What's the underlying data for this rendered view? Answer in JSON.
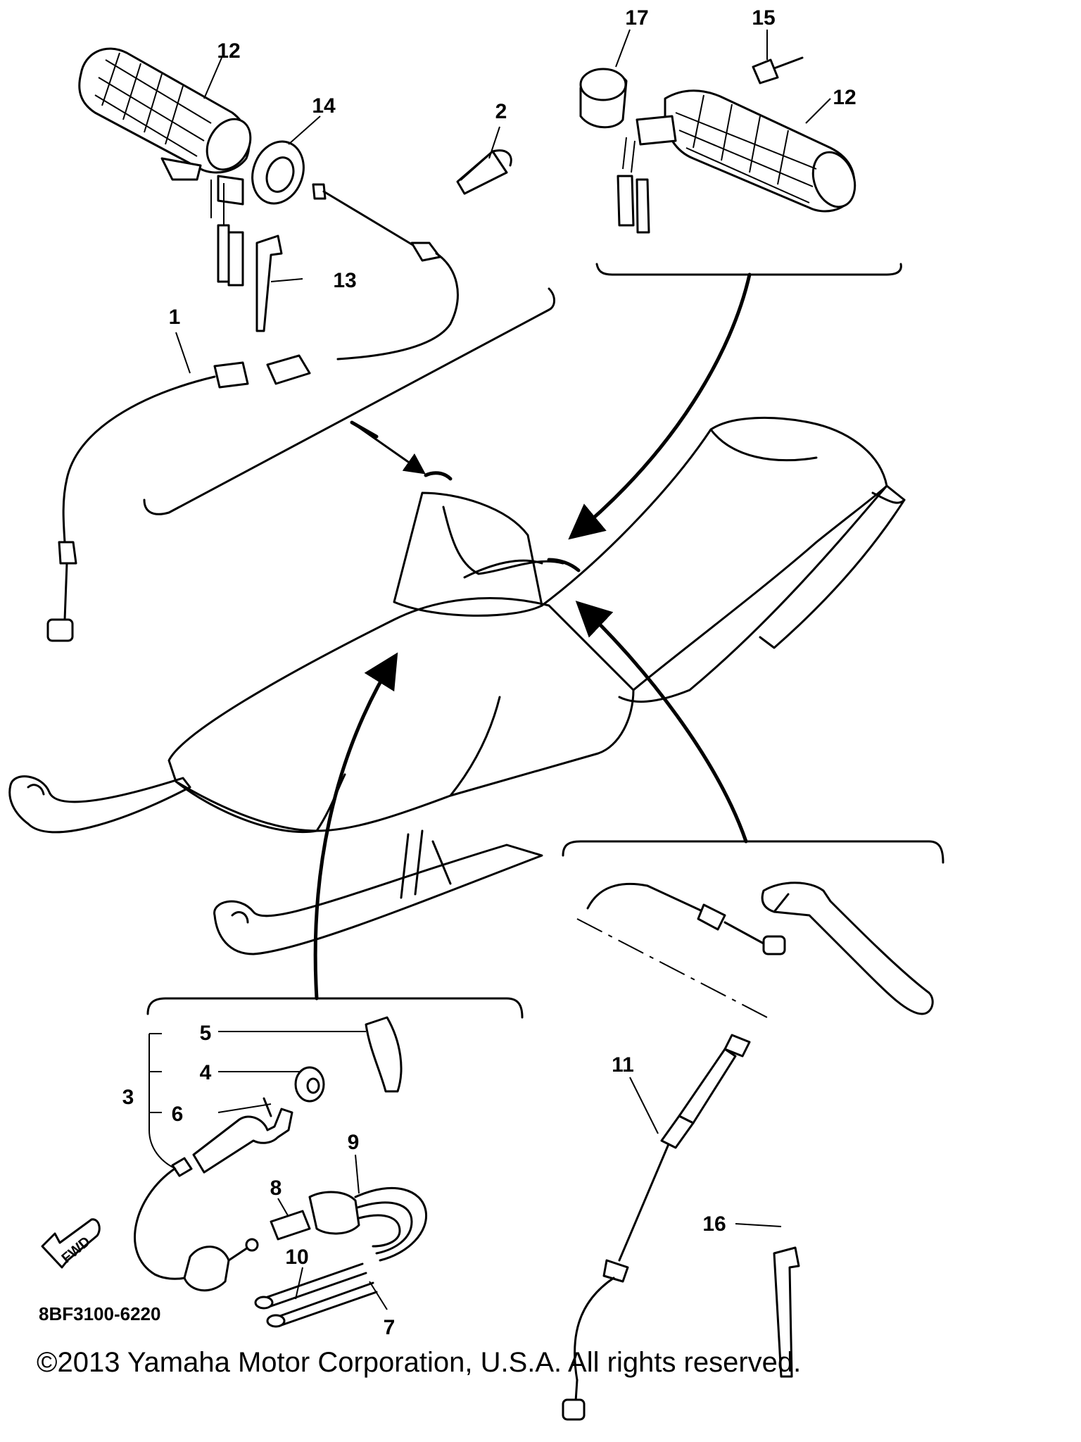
{
  "diagram": {
    "callouts": {
      "c1": "1",
      "c2": "2",
      "c3": "3",
      "c4": "4",
      "c5": "5",
      "c6": "6",
      "c7": "7",
      "c8": "8",
      "c9": "9",
      "c10": "10",
      "c11": "11",
      "c12a": "12",
      "c12b": "12",
      "c13": "13",
      "c14": "14",
      "c15": "15",
      "c16": "16",
      "c17": "17"
    },
    "diagram_code": "8BF3100-6220",
    "fwd_label": "FWD"
  },
  "footer": {
    "copyright": "©2013 Yamaha Motor Corporation, U.S.A. All rights reserved."
  }
}
